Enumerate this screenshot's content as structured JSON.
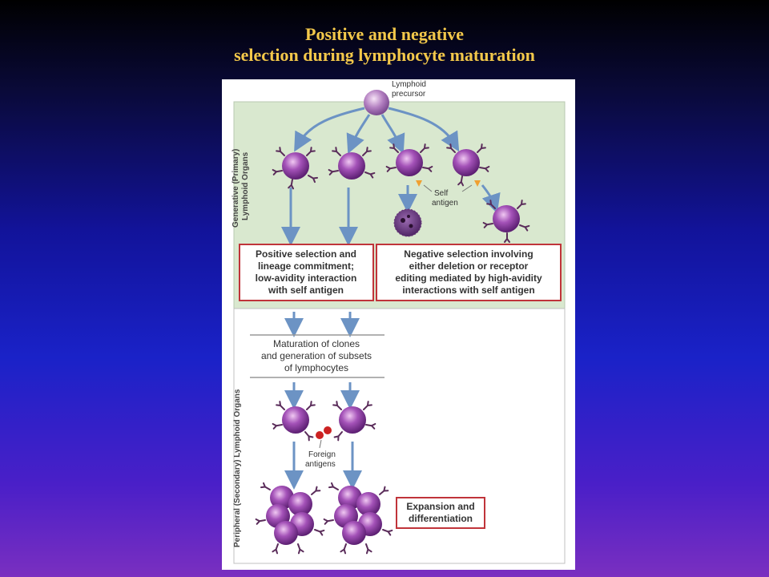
{
  "slide": {
    "title_line1": "Positive and negative",
    "title_line2": "selection during lymphocyte maturation"
  },
  "colors": {
    "title": "#f3c84a",
    "generative_zone": "#d9e8cf",
    "arrow": "#6c93c4",
    "cell_body": "#8a3f9f",
    "cell_receptor": "#5a2c5a",
    "box_border": "#c0343a",
    "self_antigen": "#f0a030",
    "foreign_antigen": "#cc2222"
  },
  "diagram": {
    "precursor_label_1": "Lymphoid",
    "precursor_label_2": "precursor",
    "generative_label": "Generative (Primary)",
    "generative_label_2": "Lymphoid Organs",
    "peripheral_label": "Peripheral (Secondary) Lymphoid Organs",
    "self_antigen_label_1": "Self",
    "self_antigen_label_2": "antigen",
    "positive_box": [
      "Positive selection and",
      "lineage commitment;",
      "low-avidity interaction",
      "with self antigen"
    ],
    "negative_box": [
      "Negative selection involving",
      "either deletion or receptor",
      "editing mediated by high-avidity",
      "interactions with self antigen"
    ],
    "maturation_box": [
      "Maturation of clones",
      "and generation of subsets",
      "of lymphocytes"
    ],
    "foreign_label_1": "Foreign",
    "foreign_label_2": "antigens",
    "expansion_box": [
      "Expansion and",
      "differentiation"
    ]
  }
}
